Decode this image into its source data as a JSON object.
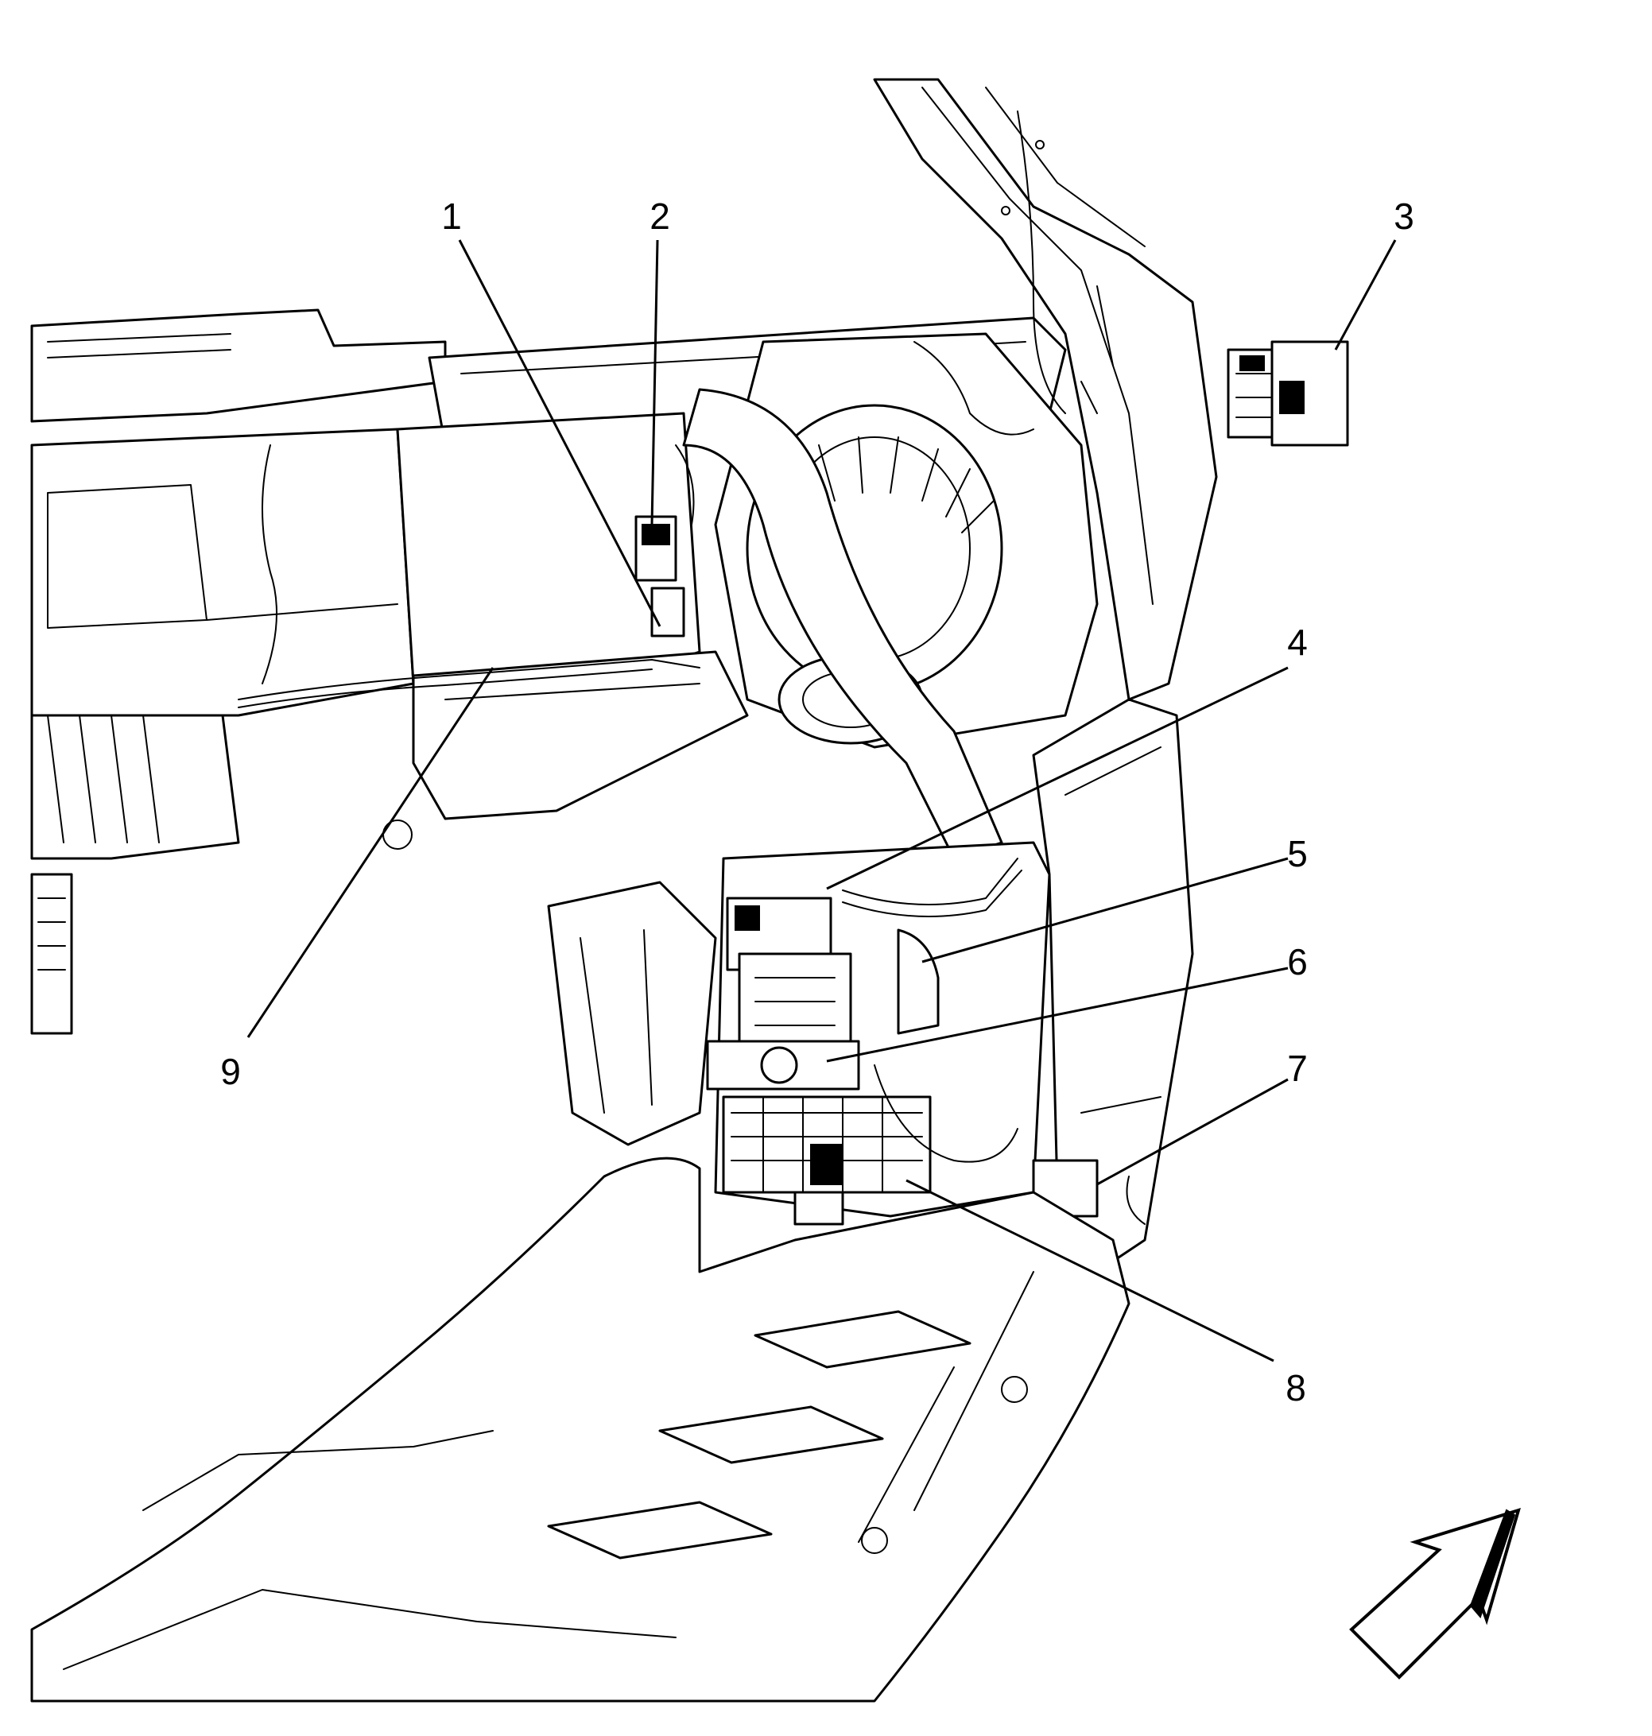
{
  "callouts": [
    {
      "id": "1",
      "label": "1"
    },
    {
      "id": "2",
      "label": "2"
    },
    {
      "id": "3",
      "label": "3"
    },
    {
      "id": "4",
      "label": "4"
    },
    {
      "id": "5",
      "label": "5"
    },
    {
      "id": "6",
      "label": "6"
    },
    {
      "id": "7",
      "label": "7"
    },
    {
      "id": "8",
      "label": "8"
    },
    {
      "id": "9",
      "label": "9"
    }
  ],
  "colors": {
    "line": "#000000",
    "background": "#ffffff"
  },
  "icons": {
    "direction_indicator": "forward-arrow-icon"
  }
}
